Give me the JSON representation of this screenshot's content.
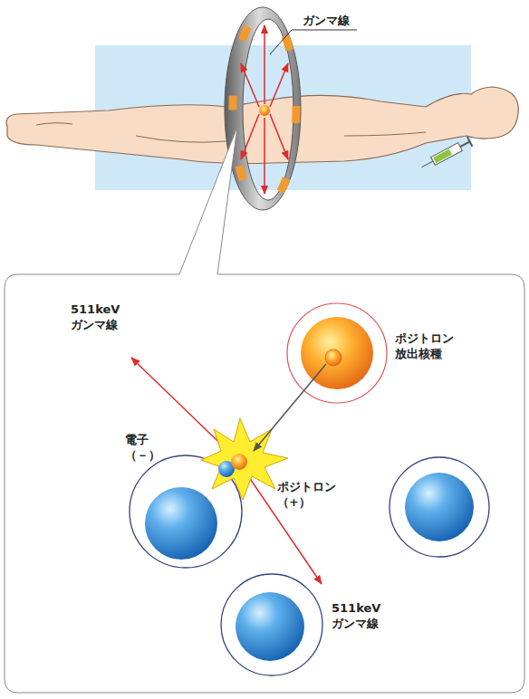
{
  "diagram": {
    "labels": [
      "ガンマ線",
      "511keV ガンマ線",
      "ポジトロン 放出核種",
      "電子（－）",
      "ポジトロン（+）",
      "511keV ガンマ線"
    ]
  }
}
